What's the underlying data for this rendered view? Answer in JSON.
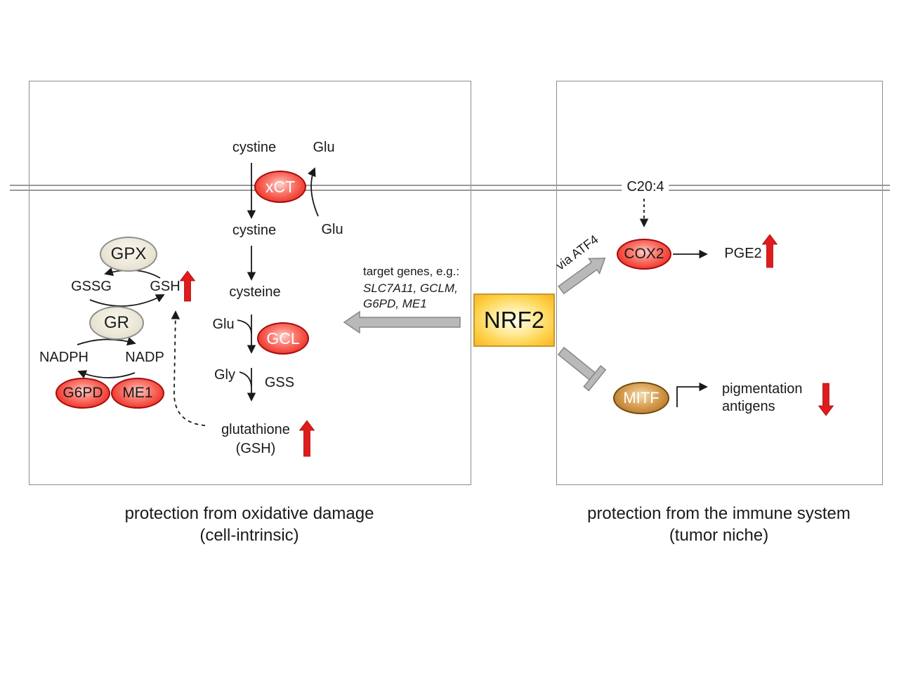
{
  "colors": {
    "red_arrow": "#e01b1b",
    "gray_arrow": "#b9b9b9",
    "membrane": "#9a9a9a",
    "red_node_border": "#a50d0d",
    "nrf2_fill": "#fecf45"
  },
  "left_panel": {
    "caption": {
      "line1": "protection from oxidative damage",
      "line2": "(cell-intrinsic)"
    },
    "labels": {
      "cystine_out": "cystine",
      "glu_out": "Glu",
      "cystine_in": "cystine",
      "glu_in": "Glu",
      "cysteine": "cysteine",
      "glu_substrate": "Glu",
      "gly_substrate": "Gly",
      "gss": "GSS",
      "glutathione_line1": "glutathione",
      "glutathione_line2": "(GSH)",
      "gssg": "GSSG",
      "gsh": "GSH",
      "nadph": "NADPH",
      "nadp": "NADP"
    },
    "nodes": {
      "xct": "xCT",
      "gcl": "GCL",
      "gpx": "GPX",
      "gr": "GR",
      "g6pd": "G6PD",
      "me1": "ME1"
    }
  },
  "nrf2_hub": {
    "label": "NRF2",
    "target_genes": {
      "line1": "target genes, e.g.:",
      "line2": "SLC7A11, GCLM,",
      "line3": "G6PD, ME1"
    },
    "via_atf4": "via ATF4"
  },
  "right_panel": {
    "caption": {
      "line1": "protection from the immune system",
      "line2": "(tumor niche)"
    },
    "labels": {
      "c20_4": "C20:4",
      "pge2": "PGE2",
      "pigmentation_line1": "pigmentation",
      "pigmentation_line2": "antigens"
    },
    "nodes": {
      "cox2": "COX2",
      "mitf": "MITF"
    }
  }
}
